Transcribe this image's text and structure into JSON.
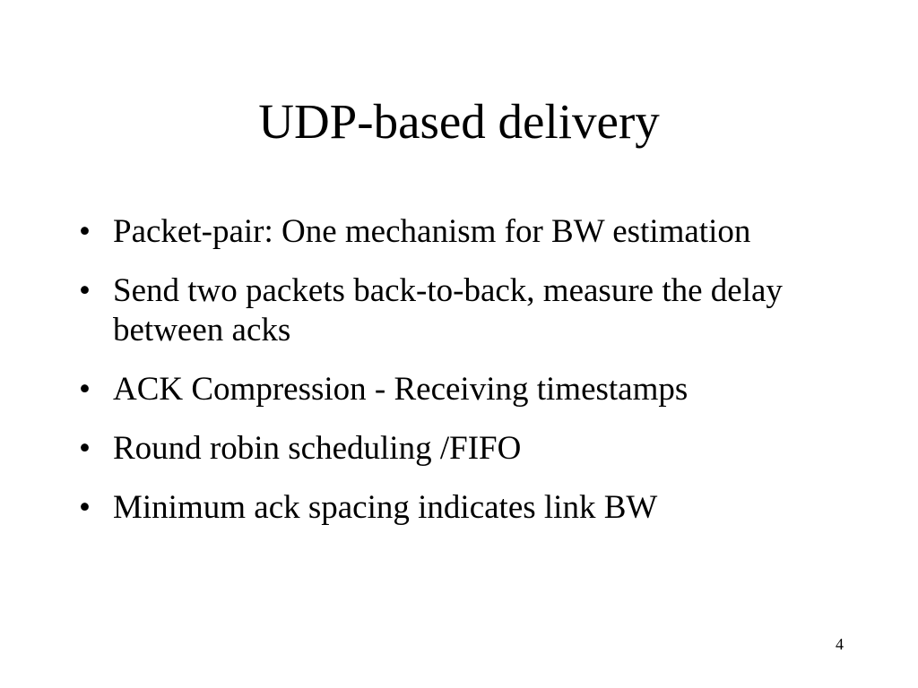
{
  "slide": {
    "title": "UDP-based delivery",
    "bullet_symbol": "•",
    "bullets": [
      "Packet-pair: One mechanism for BW estimation",
      "Send two packets back-to-back, measure the delay between acks",
      "ACK Compression - Receiving timestamps",
      "Round robin scheduling /FIFO",
      "Minimum ack spacing indicates link BW"
    ],
    "page_number": "4"
  }
}
